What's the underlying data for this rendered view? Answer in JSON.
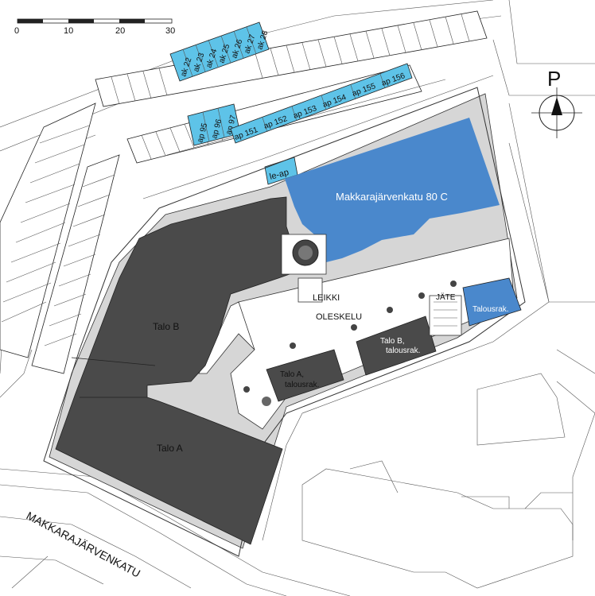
{
  "scale_bar": {
    "ticks": [
      "0",
      "10",
      "20",
      "30"
    ],
    "unit_note": ""
  },
  "north_label": "P",
  "street_label": "MAKKARAJÄRVENKATU",
  "buildings": {
    "makkara_80c": "Makkarajärvenkatu 80 C",
    "talo_b": "Talo B",
    "talo_a": "Talo A",
    "talo_a_talousrak_1": "Talo A,",
    "talo_a_talousrak_2": "talousrak.",
    "talo_b_talousrak_1": "Talo B,",
    "talo_b_talousrak_2": "talousrak.",
    "talousrak": "Talousrak."
  },
  "areas": {
    "leikki": "LEIKKI",
    "oleskelu": "OLESKELU",
    "jate": "JÄTE"
  },
  "parking_labels": {
    "ak": [
      "ak 22",
      "ak 23",
      "ak 24",
      "ak 25",
      "ak 26",
      "ak 27",
      "ak 28"
    ],
    "ap_row": [
      "ap 151",
      "ap 152",
      "ap 153",
      "ap 154",
      "ap 155",
      "ap 156"
    ],
    "ap_vert": [
      "ap 95",
      "ap 96",
      "ap 97"
    ],
    "le_ap": "le-ap"
  },
  "colors": {
    "highlight_building": "#4a88cc",
    "highlight_parking": "#5ec3e8",
    "existing_building": "#4a4a4a",
    "yard": "#d6d6d6"
  }
}
